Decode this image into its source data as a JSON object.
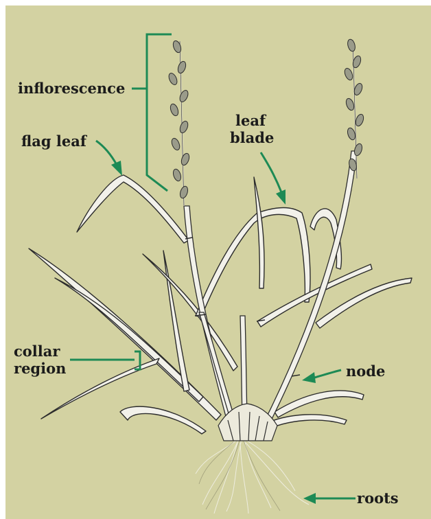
{
  "labels": {
    "inflorescence": "inflorescence",
    "flag_leaf": "flag leaf",
    "leaf_blade_line1": "leaf",
    "leaf_blade_line2": "blade",
    "collar_region_line1": "collar",
    "collar_region_line2": "region",
    "node": "node",
    "roots": "roots"
  },
  "colors": {
    "background": "#d3d2a2",
    "pointer": "#1d8a55",
    "leaf_fill": "#f2f1ea",
    "leaf_outline": "#2c2c2c"
  }
}
